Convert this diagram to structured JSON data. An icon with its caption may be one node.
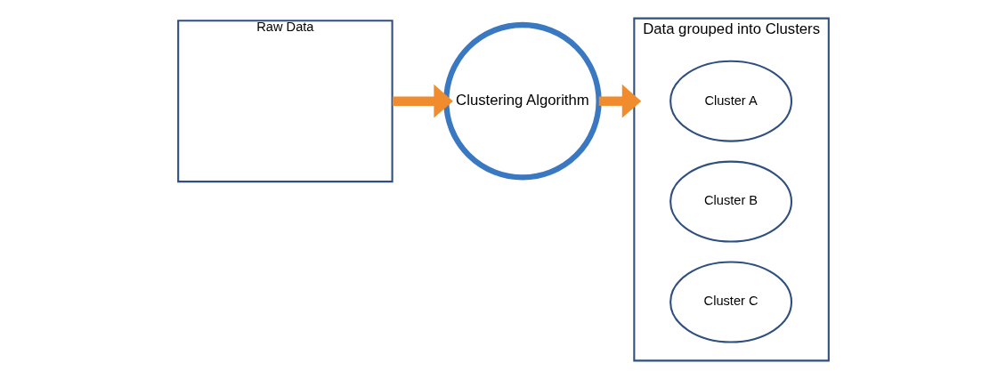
{
  "diagram": {
    "nodes": [
      {
        "text": [
          "Raw Data"
        ]
      },
      {
        "text": [
          "Clustering Algorithm"
        ]
      },
      {
        "text": [
          "Data grouped into Clusters"
        ]
      },
      {
        "text": [
          "Cluster A"
        ],
        "in": 2
      },
      {
        "text": [
          "Cluster B"
        ],
        "in": 2
      },
      {
        "text": [
          "Cluster C"
        ],
        "in": 2
      }
    ],
    "edges": [
      {
        "from": 0,
        "to": 1,
        "arrow": "to"
      },
      {
        "from": 1,
        "to": 2,
        "arrow": "to"
      }
    ]
  }
}
